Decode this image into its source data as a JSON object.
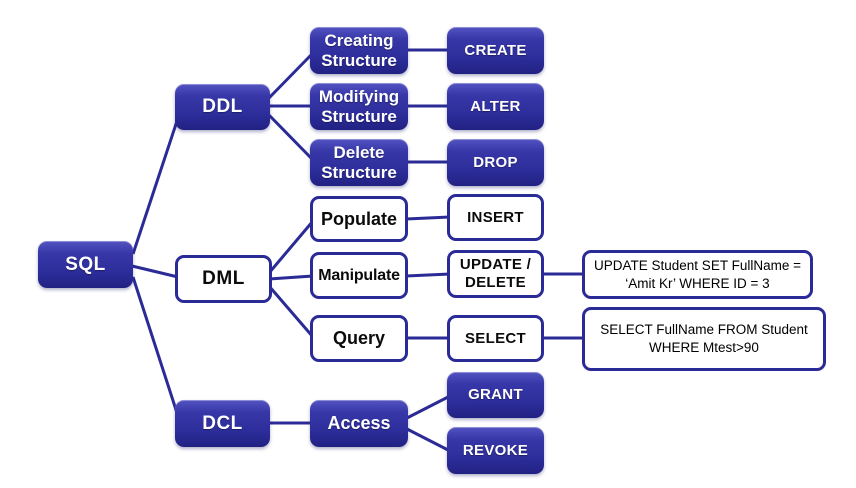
{
  "colors": {
    "box_blue": "#2d2d9b",
    "line_blue": "#2b2b97"
  },
  "nodes": {
    "sql": {
      "label": "SQL"
    },
    "ddl": {
      "label": "DDL"
    },
    "creating_structure": {
      "label": "Creating Structure"
    },
    "create": {
      "label": "CREATE"
    },
    "modifying_structure": {
      "label": "Modifying Structure"
    },
    "alter": {
      "label": "ALTER"
    },
    "delete_structure": {
      "label": "Delete Structure"
    },
    "drop": {
      "label": "DROP"
    },
    "dml": {
      "label": "DML"
    },
    "populate": {
      "label": "Populate"
    },
    "insert": {
      "label": "INSERT"
    },
    "manipulate": {
      "label": "Manipulate"
    },
    "update_delete": {
      "label": "UPDATE / DELETE"
    },
    "update_example": {
      "lines": [
        "UPDATE Student SET FullName =",
        "‘Amit Kr’ WHERE ID = 3"
      ]
    },
    "query": {
      "label": "Query"
    },
    "select": {
      "label": "SELECT"
    },
    "select_example": {
      "lines": [
        "SELECT FullName FROM Student",
        "WHERE Mtest>90"
      ]
    },
    "dcl": {
      "label": "DCL"
    },
    "access": {
      "label": "Access"
    },
    "grant": {
      "label": "GRANT"
    },
    "revoke": {
      "label": "REVOKE"
    }
  }
}
